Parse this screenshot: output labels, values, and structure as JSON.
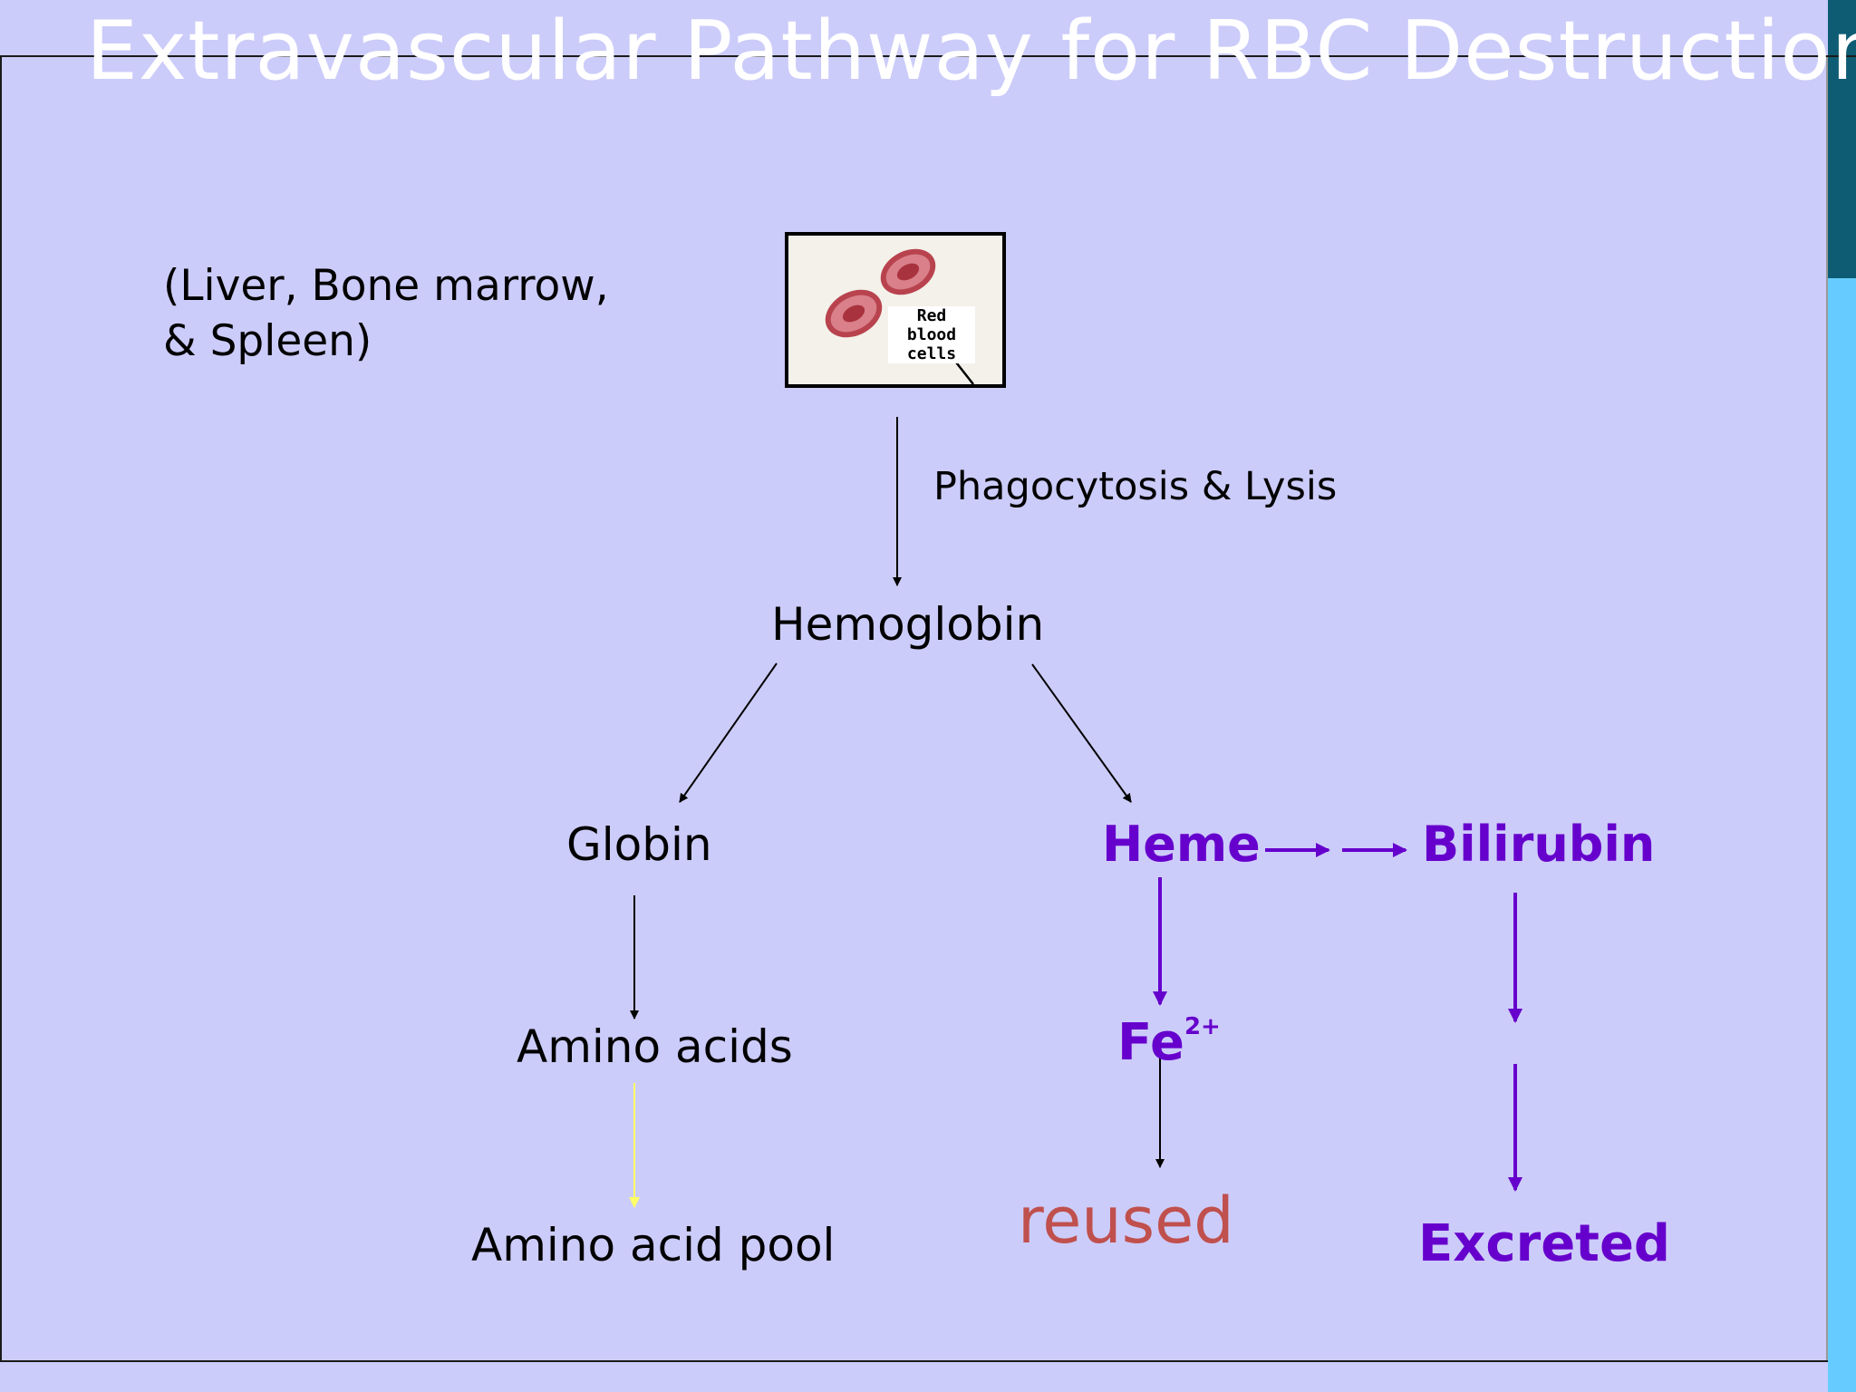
{
  "slide": {
    "title": "Extravascular Pathway for RBC Destruction",
    "background_color": "#ccccfa"
  },
  "location_note": {
    "line1": "(Liver, Bone marrow,",
    "line2": "& Spleen)"
  },
  "image": {
    "caption": "Red blood cells",
    "icon": "red-blood-cells-image"
  },
  "steps": {
    "phagocytosis": "Phagocytosis & Lysis",
    "hemoglobin": "Hemoglobin",
    "globin": "Globin",
    "heme": "Heme",
    "bilirubin": "Bilirubin",
    "amino_acids": "Amino acids",
    "iron": "Fe",
    "iron_charge": "2+",
    "amino_acid_pool": "Amino acid pool",
    "reused": "reused",
    "excreted": "Excreted"
  },
  "colors": {
    "purple": "#6600cc",
    "reused": "#c0504d",
    "title": "#ffffff",
    "yellow_arrow": "#ffff66"
  }
}
